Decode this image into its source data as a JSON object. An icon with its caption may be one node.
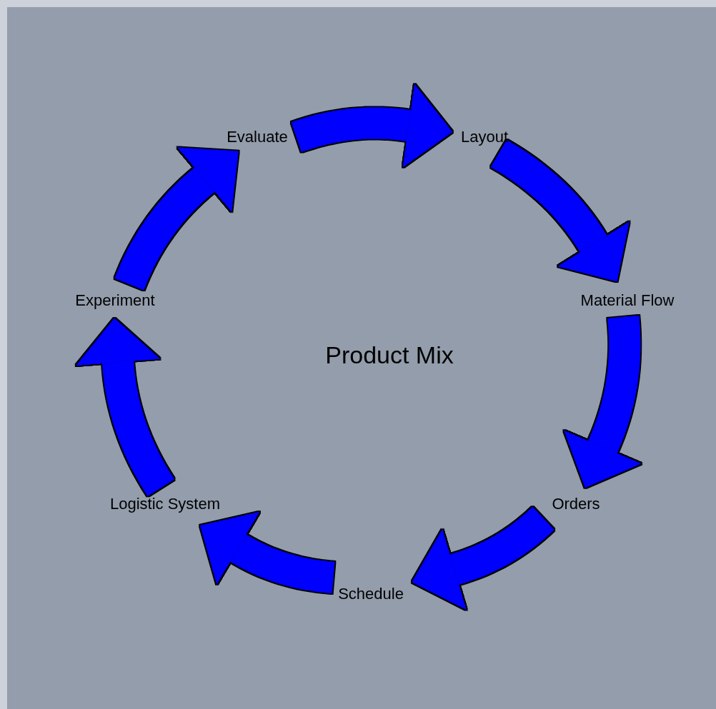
{
  "diagram": {
    "nodes": [
      {
        "text": [
          "Evaluate"
        ]
      },
      {
        "text": [
          "Layout"
        ]
      },
      {
        "text": [
          "Material Flow"
        ]
      },
      {
        "text": [
          "Orders"
        ]
      },
      {
        "text": [
          "Schedule"
        ]
      },
      {
        "text": [
          "Logistic System"
        ]
      },
      {
        "text": [
          "Experiment"
        ]
      }
    ],
    "edges": [
      {
        "from": 0,
        "to": 1,
        "arrow": "to"
      },
      {
        "from": 1,
        "to": 2,
        "arrow": "to"
      },
      {
        "from": 2,
        "to": 3,
        "arrow": "to"
      },
      {
        "from": 3,
        "to": 4,
        "arrow": "to"
      },
      {
        "from": 4,
        "to": 5,
        "arrow": "to"
      },
      {
        "from": 5,
        "to": 6,
        "arrow": "to"
      },
      {
        "from": 6,
        "to": 0,
        "arrow": "to"
      }
    ],
    "labels": [
      "Product Mix"
    ]
  }
}
